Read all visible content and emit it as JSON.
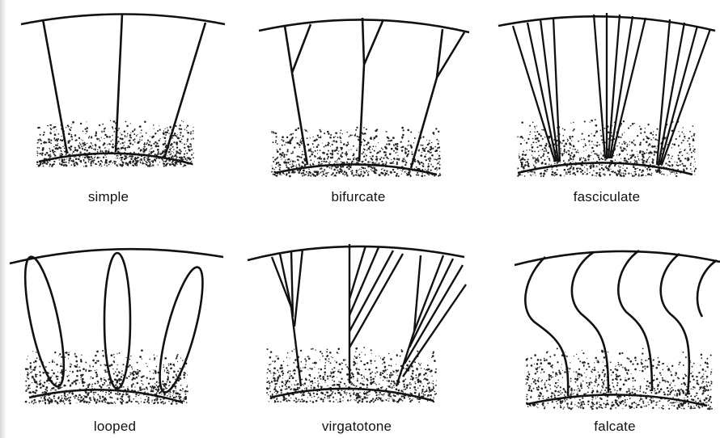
{
  "panels": [
    {
      "key": "simple",
      "label": "simple"
    },
    {
      "key": "bifurcate",
      "label": "bifurcate"
    },
    {
      "key": "fasciculate",
      "label": "fasciculate"
    },
    {
      "key": "looped",
      "label": "looped"
    },
    {
      "key": "virgatotone",
      "label": "virgatotone"
    },
    {
      "key": "falcate",
      "label": "falcate"
    }
  ],
  "colors": {
    "ink": "#111111",
    "background": "#ffffff",
    "stipple": "#222222"
  }
}
